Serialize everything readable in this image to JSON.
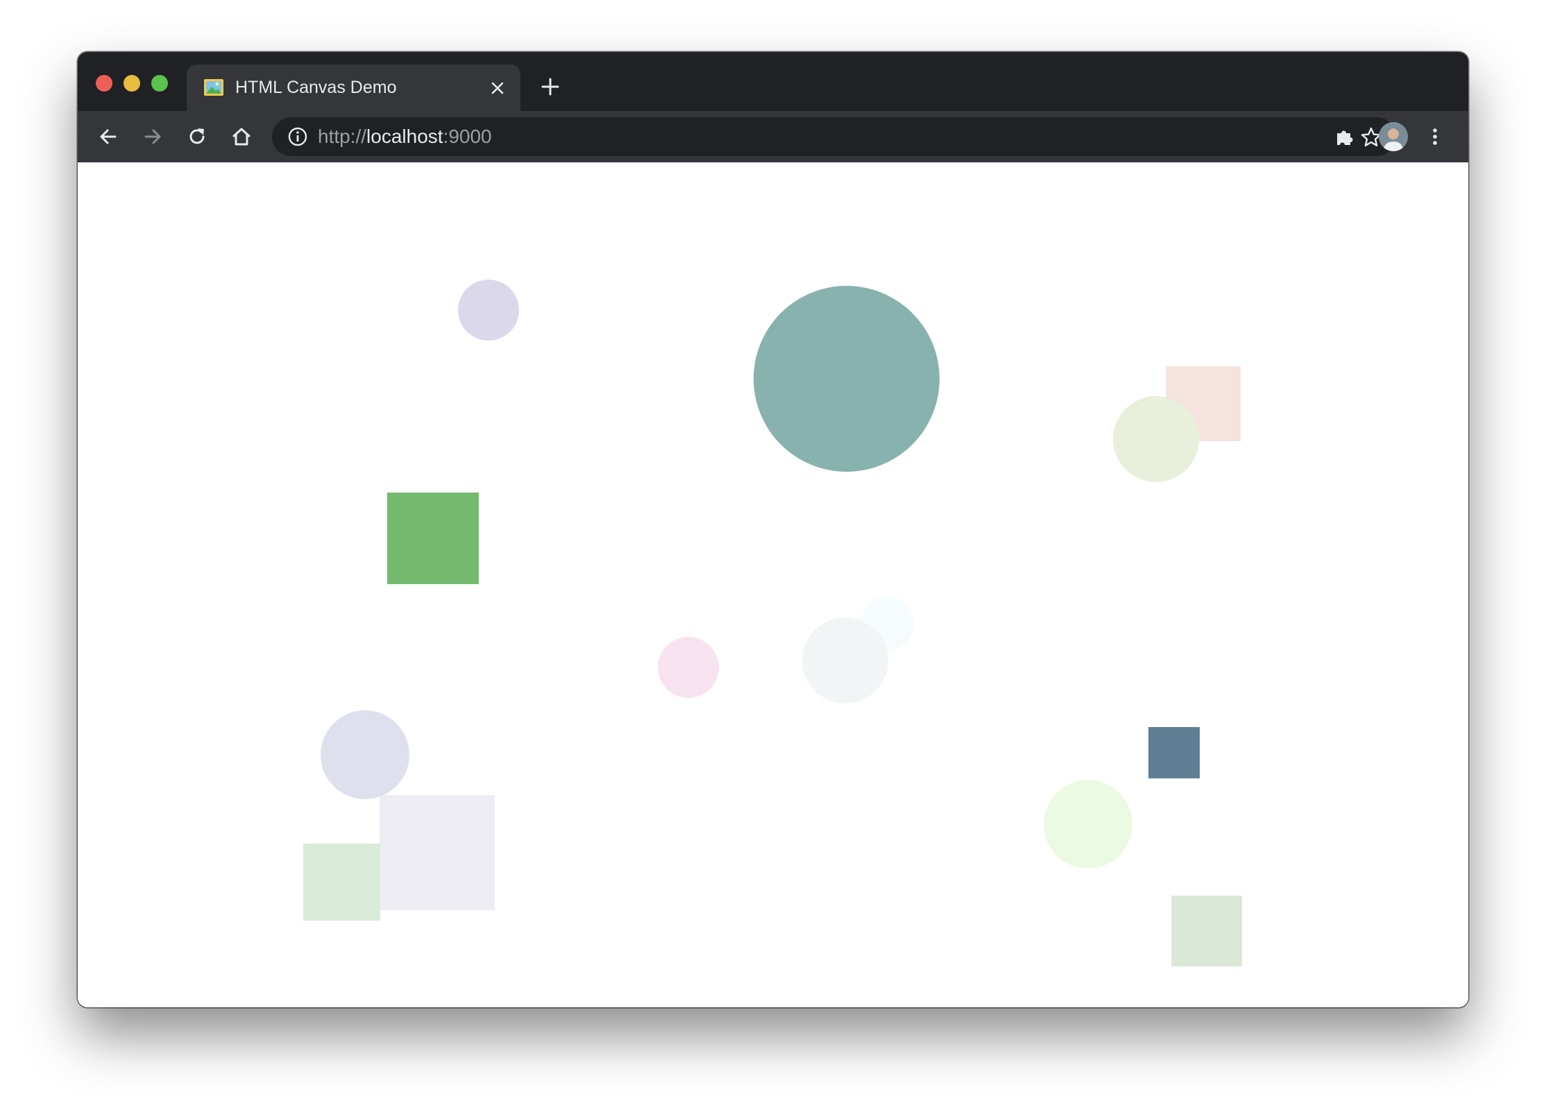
{
  "window": {
    "traffic_lights": [
      "close",
      "minimize",
      "zoom"
    ]
  },
  "tab": {
    "title": "HTML Canvas Demo",
    "favicon": "picture-icon",
    "close_icon": "close-icon"
  },
  "toolbar": {
    "icons": [
      "back-arrow-icon",
      "forward-arrow-icon",
      "reload-icon",
      "home-icon",
      "info-icon",
      "star-icon",
      "extensions-icon",
      "avatar",
      "more-menu-icon"
    ]
  },
  "address": {
    "scheme": "http://",
    "host": "localhost",
    "port": ":9000"
  },
  "canvas": {
    "shapes": [
      {
        "type": "circle",
        "color": "#dcd8ec"
      },
      {
        "type": "circle",
        "color": "#88b2ad"
      },
      {
        "type": "square",
        "color": "#f4e3df"
      },
      {
        "type": "circle",
        "color": "#e8f0dc"
      },
      {
        "type": "square",
        "color": "#74ba6e"
      },
      {
        "type": "circle",
        "color": "#f6fbfd"
      },
      {
        "type": "circle",
        "color": "#f1f5f6"
      },
      {
        "type": "circle",
        "color": "#f7e3ef"
      },
      {
        "type": "square",
        "color": "#607f94"
      },
      {
        "type": "square",
        "color": "#ededf3"
      },
      {
        "type": "circle",
        "color": "#dfe0ee"
      },
      {
        "type": "square",
        "color": "#d9ecd9"
      },
      {
        "type": "circle",
        "color": "#ecfae4"
      },
      {
        "type": "square",
        "color": "#dbe8d8"
      }
    ]
  }
}
